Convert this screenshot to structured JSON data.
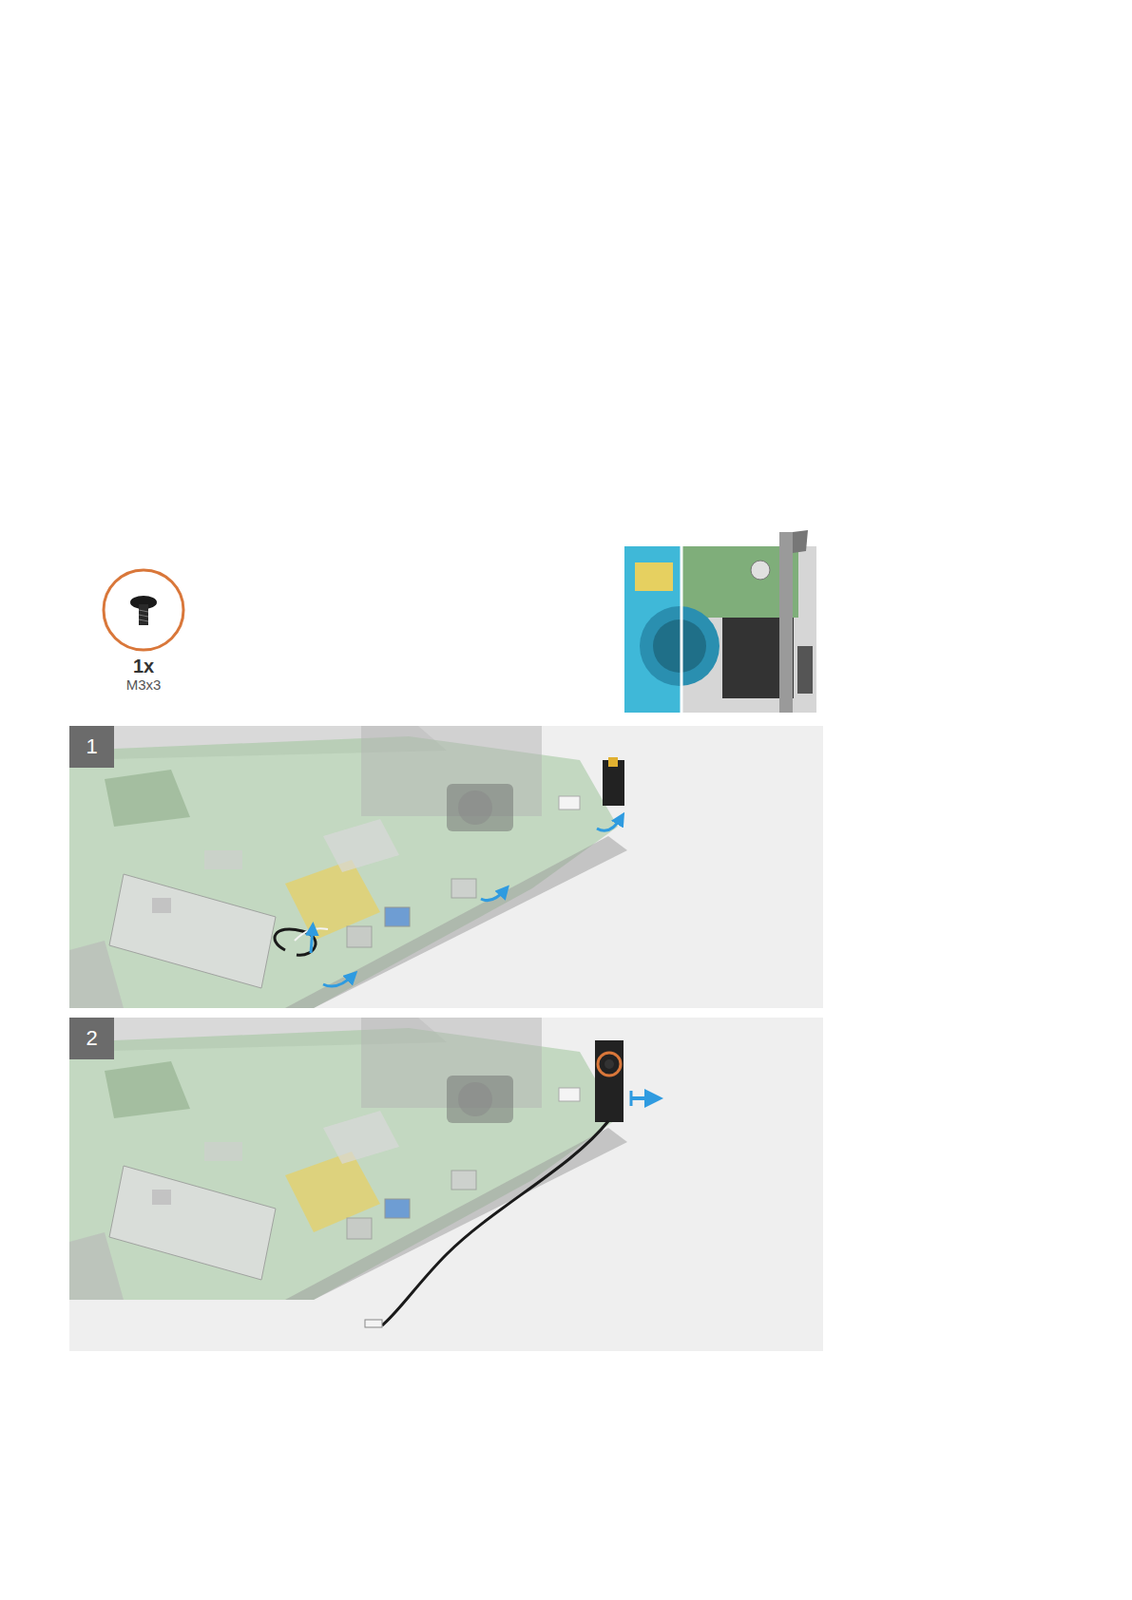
{
  "diagram": {
    "nodes": [
      {
        "text": [
          "1x",
          "M3x3"
        ]
      },
      {
        "text": [
          "1"
        ]
      },
      {
        "text": [
          "2"
        ]
      }
    ]
  }
}
